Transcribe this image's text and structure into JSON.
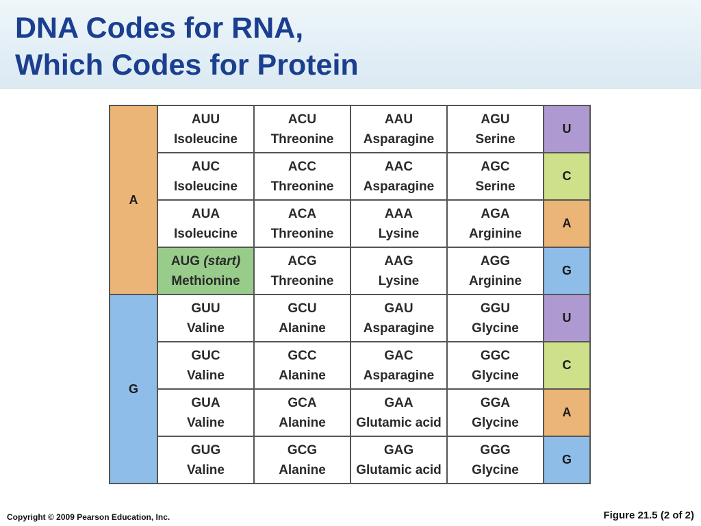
{
  "title": {
    "line1": "DNA Codes for RNA,",
    "line2": "Which Codes for Protein"
  },
  "colors": {
    "title": "#1b3f8f",
    "A": "#ebb577",
    "G": "#8dbde8",
    "U": "#ae9ad0",
    "C": "#cfe08a",
    "start_cell": "#98cc8a"
  },
  "first_groups": [
    {
      "base": "A",
      "color": "#ebb577"
    },
    {
      "base": "G",
      "color": "#8dbde8"
    }
  ],
  "rows": [
    {
      "cells": [
        {
          "codon": "AUU",
          "aa": "Isoleucine"
        },
        {
          "codon": "ACU",
          "aa": "Threonine"
        },
        {
          "codon": "AAU",
          "aa": "Asparagine"
        },
        {
          "codon": "AGU",
          "aa": "Serine"
        }
      ],
      "third": "U",
      "third_color": "#ae9ad0"
    },
    {
      "cells": [
        {
          "codon": "AUC",
          "aa": "Isoleucine"
        },
        {
          "codon": "ACC",
          "aa": "Threonine"
        },
        {
          "codon": "AAC",
          "aa": "Asparagine"
        },
        {
          "codon": "AGC",
          "aa": "Serine"
        }
      ],
      "third": "C",
      "third_color": "#cfe08a"
    },
    {
      "cells": [
        {
          "codon": "AUA",
          "aa": "Isoleucine"
        },
        {
          "codon": "ACA",
          "aa": "Threonine"
        },
        {
          "codon": "AAA",
          "aa": "Lysine"
        },
        {
          "codon": "AGA",
          "aa": "Arginine"
        }
      ],
      "third": "A",
      "third_color": "#ebb577"
    },
    {
      "cells": [
        {
          "codon": "AUG",
          "note": "(start)",
          "aa": "Methionine",
          "start": true
        },
        {
          "codon": "ACG",
          "aa": "Threonine"
        },
        {
          "codon": "AAG",
          "aa": "Lysine"
        },
        {
          "codon": "AGG",
          "aa": "Arginine"
        }
      ],
      "third": "G",
      "third_color": "#8dbde8"
    },
    {
      "cells": [
        {
          "codon": "GUU",
          "aa": "Valine"
        },
        {
          "codon": "GCU",
          "aa": "Alanine"
        },
        {
          "codon": "GAU",
          "aa": "Asparagine"
        },
        {
          "codon": "GGU",
          "aa": "Glycine"
        }
      ],
      "third": "U",
      "third_color": "#ae9ad0"
    },
    {
      "cells": [
        {
          "codon": "GUC",
          "aa": "Valine"
        },
        {
          "codon": "GCC",
          "aa": "Alanine"
        },
        {
          "codon": "GAC",
          "aa": "Asparagine"
        },
        {
          "codon": "GGC",
          "aa": "Glycine"
        }
      ],
      "third": "C",
      "third_color": "#cfe08a"
    },
    {
      "cells": [
        {
          "codon": "GUA",
          "aa": "Valine"
        },
        {
          "codon": "GCA",
          "aa": "Alanine"
        },
        {
          "codon": "GAA",
          "aa": "Glutamic acid"
        },
        {
          "codon": "GGA",
          "aa": "Glycine"
        }
      ],
      "third": "A",
      "third_color": "#ebb577"
    },
    {
      "cells": [
        {
          "codon": "GUG",
          "aa": "Valine"
        },
        {
          "codon": "GCG",
          "aa": "Alanine"
        },
        {
          "codon": "GAG",
          "aa": "Glutamic acid"
        },
        {
          "codon": "GGG",
          "aa": "Glycine"
        }
      ],
      "third": "G",
      "third_color": "#8dbde8"
    }
  ],
  "footer": {
    "copyright": "Copyright © 2009 Pearson Education, Inc.",
    "figure": "Figure 21.5 (2 of 2)"
  }
}
